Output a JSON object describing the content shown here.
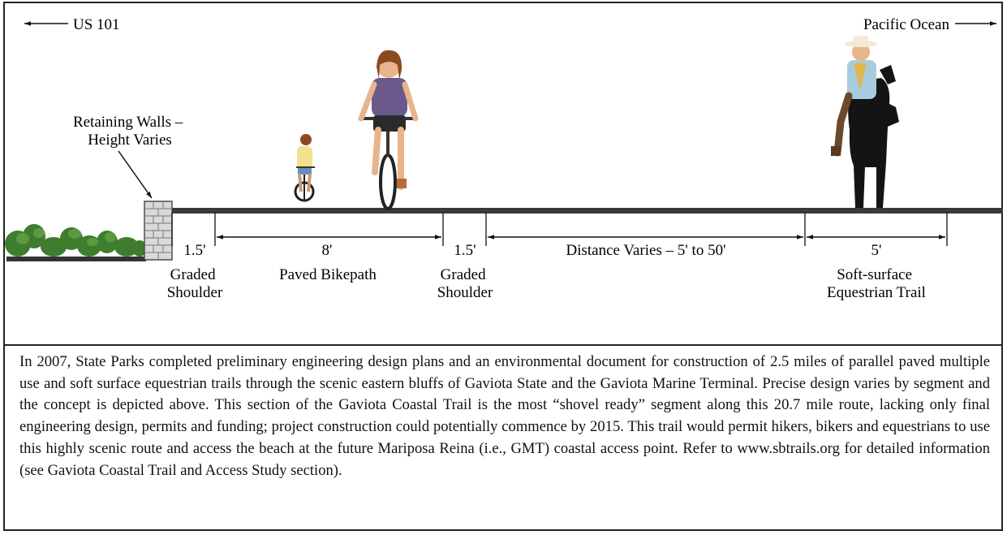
{
  "direction_left": "US 101",
  "direction_right": "Pacific Ocean",
  "retaining_wall_label": [
    "Retaining Walls –",
    "Height Varies"
  ],
  "segments": [
    {
      "dimension": "1.5'",
      "label": [
        "Graded",
        "Shoulder"
      ]
    },
    {
      "dimension": "8'",
      "label": [
        "Paved Bikepath"
      ]
    },
    {
      "dimension": "1.5'",
      "label": [
        "Graded",
        "Shoulder"
      ]
    },
    {
      "dimension": "Distance Varies – 5' to 50'",
      "label": []
    },
    {
      "dimension": "5'",
      "label": [
        "Soft-surface",
        "Equestrian Trail"
      ]
    }
  ],
  "caption": "In 2007, State Parks completed preliminary engineering design plans and an environmental document for construction of 2.5 miles of parallel paved multiple use and soft surface equestrian trails through the scenic eastern bluffs of Gaviota State and the Gaviota Marine Terminal. Precise design varies by segment and the concept is depicted above. This section of the Gaviota Coastal Trail is the most “shovel ready” segment along this 20.7 mile route, lacking only final engineering design, permits and funding; project construction could potentially commence by 2015. This trail would permit hikers, bikers and equestrians to use this highly scenic route and access the beach at the future Mariposa Reina (i.e., GMT) coastal access point. Refer to www.sbtrails.org for detailed information (see Gaviota Coastal Trail and Access Study section)."
}
